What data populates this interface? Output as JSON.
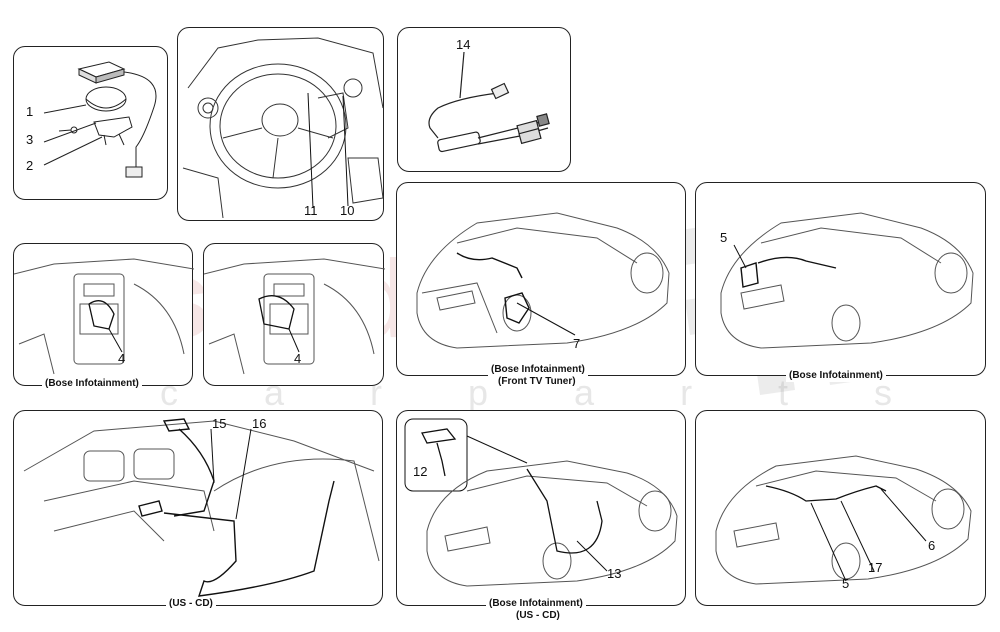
{
  "watermark": {
    "main": "scuderia",
    "sub": "c a r  p a r t s"
  },
  "panels": [
    {
      "id": "gps",
      "callouts": [
        "1",
        "3",
        "2"
      ]
    },
    {
      "id": "steering",
      "callouts": [
        "11",
        "10"
      ]
    },
    {
      "id": "cable",
      "callouts": [
        "14"
      ]
    },
    {
      "id": "car-front-tv",
      "callouts": [
        "7"
      ],
      "caption_line1": "(Bose Infotainment)",
      "caption_line2": "(Front TV Tuner)"
    },
    {
      "id": "car-bose",
      "callouts": [
        "5"
      ],
      "caption": "(Bose Infotainment)"
    },
    {
      "id": "dash-bose",
      "callouts": [
        "4"
      ],
      "caption": "(Bose Infotainment)"
    },
    {
      "id": "dash",
      "callouts": [
        "4"
      ]
    },
    {
      "id": "interior-us-cd",
      "callouts": [
        "15",
        "16"
      ],
      "caption": "(US - CD)"
    },
    {
      "id": "car-bose-us-cd",
      "callouts": [
        "12",
        "13"
      ],
      "caption_line1": "(Bose Infotainment)",
      "caption_line2": "(US - CD)"
    },
    {
      "id": "car-rear",
      "callouts": [
        "6",
        "17",
        "5"
      ]
    }
  ]
}
